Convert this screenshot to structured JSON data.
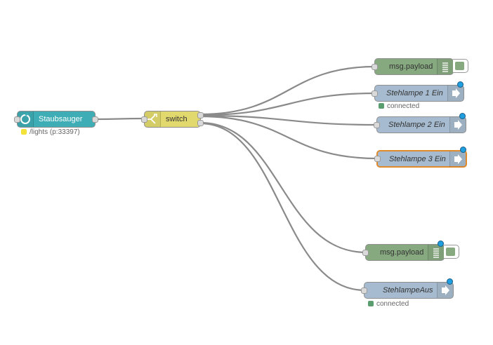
{
  "colors": {
    "wire": "#8a8a8a",
    "inject": "#3fadb5",
    "switch": "#e2d96e",
    "debug": "#87a980",
    "link": "#a6bbcf",
    "status_connected": "#5a9e6f",
    "status_yellow": "#f2e23a",
    "changed_dot": "#1f9ee0",
    "selected_outline": "#e08a2b"
  },
  "nodes": {
    "staubsauger": {
      "label": "Staubsauger",
      "icon": "inject-icon",
      "status": "/lights (p:33397)"
    },
    "switch": {
      "label": "switch",
      "icon": "switch-icon"
    },
    "debug1": {
      "label": "msg.payload",
      "icon": "debug-list-icon"
    },
    "lamp1": {
      "label": "Stehlampe 1 Ein",
      "icon": "link-out-arrow-icon",
      "status": "connected"
    },
    "lamp2": {
      "label": "Stehlampe 2 Ein",
      "icon": "link-out-arrow-icon"
    },
    "lamp3": {
      "label": "Stehlampe 3 Ein",
      "icon": "link-out-arrow-icon"
    },
    "debug2": {
      "label": "msg.payload",
      "icon": "debug-list-icon"
    },
    "lampaus": {
      "label": "StehlampeAus",
      "icon": "link-out-arrow-icon",
      "status": "connected"
    }
  }
}
